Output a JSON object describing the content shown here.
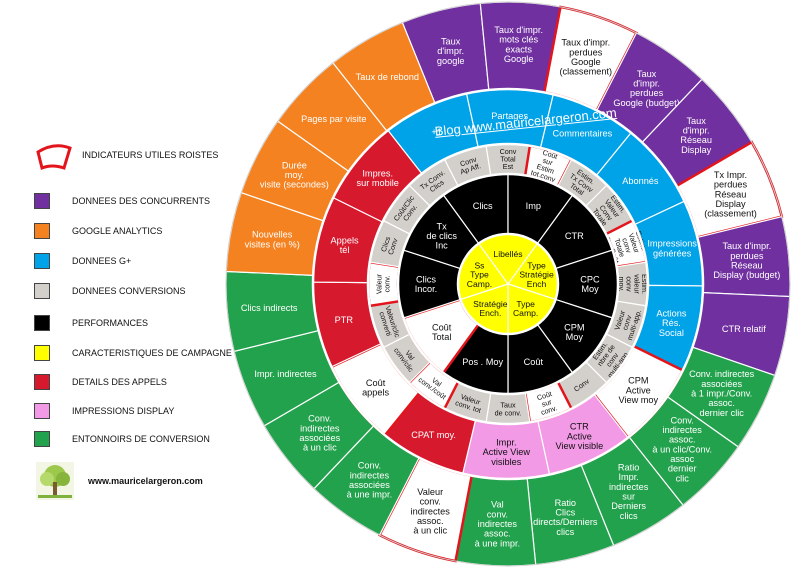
{
  "legend": {
    "highlight_label": "INDICATEURS UTILES ROISTES",
    "items": [
      {
        "label": "DONNEES DES CONCURRENTS",
        "color": "#7030a0"
      },
      {
        "label": "GOOGLE ANALYTICS",
        "color": "#f58220"
      },
      {
        "label": "DONNEES G+",
        "color": "#00a2e8"
      },
      {
        "label": "DONNEES CONVERSIONS",
        "color": "#d3d0cb"
      },
      {
        "label": "PERFORMANCES",
        "color": "#000000"
      },
      {
        "label": "CARACTERISTIQUES DE CAMPAGNE",
        "color": "#ffff00"
      },
      {
        "label": "DETAILS DES APPELS",
        "color": "#d7192e"
      },
      {
        "label": "IMPRESSIONS DISPLAY",
        "color": "#f39ae6"
      },
      {
        "label": "ENTONNOIRS DE CONVERSION",
        "color": "#23a24d"
      }
    ]
  },
  "site": "www.mauricelargeron.com",
  "blog": "Blog www.mauricelargeron.com",
  "wheel": {
    "colors": {
      "competitors": "#7030a0",
      "analytics": "#f58220",
      "gplus": "#00a2e8",
      "conversions": "#d3d0cb",
      "performance": "#000000",
      "campaign": "#ffff00",
      "calls": "#d7192e",
      "display": "#f39ae6",
      "funnels": "#23a24d",
      "highlight": "#ffffff",
      "highlight_border": "#e3141b"
    },
    "outer": [
      {
        "label": "Taux\nd'impr.\ngoogle",
        "group": "competitors"
      },
      {
        "label": "Taux d'impr.\nmots clés\nexacts\nGoogle",
        "group": "competitors"
      },
      {
        "label": "Taux d'impr.\nperdues\nGoogle\n(classement)",
        "group": "competitors",
        "highlight": true
      },
      {
        "label": "Taux\nd'impr.\nperdues\nGoogle (budget)",
        "group": "competitors"
      },
      {
        "label": "Taux\nd'impr.\nRéseau\nDisplay",
        "group": "competitors"
      },
      {
        "label": "Tx Impr.\nperdues\nRéseau\nDisplay\n(classement)",
        "group": "competitors",
        "highlight": true
      },
      {
        "label": "Taux d'impr.\nperdues\nRéseau\nDisplay (budget)",
        "group": "competitors"
      },
      {
        "label": "CTR relatif",
        "group": "competitors"
      },
      {
        "label": "Conv. indirectes\nassociées\nà 1 impr./Conv.\nassoc.\ndernier clic",
        "group": "funnels"
      },
      {
        "label": "Conv.\nindirectes\nassoc.\nà un clic/Conv.\nassoc\ndernier\nclic",
        "group": "funnels"
      },
      {
        "label": "Ratio\nImpr.\nindirectes\nsur\nDerniers\nclics",
        "group": "funnels"
      },
      {
        "label": "Ratio\nClics\ndirects/Derniers\nclics",
        "group": "funnels"
      },
      {
        "label": "Val\nconv.\nindirectes\nassoc.\nà une impr.",
        "group": "funnels"
      },
      {
        "label": "Valeur\nconv.\nindirectes\nassoc.\nà un clic",
        "group": "funnels",
        "highlight": true
      },
      {
        "label": "Conv.\nindirectes\nassociées\nà une impr.",
        "group": "funnels"
      },
      {
        "label": "Conv.\nindirectes\nassociées\nà un clic",
        "group": "funnels"
      },
      {
        "label": "Impr. indirectes",
        "group": "funnels"
      },
      {
        "label": "Clics indirects",
        "group": "funnels"
      },
      {
        "label": "Nouvelles\nvisites (en %)",
        "group": "analytics"
      },
      {
        "label": "Durée\nmoy.\nvisite (secondes)",
        "group": "analytics"
      },
      {
        "label": "Pages par visite",
        "group": "analytics"
      },
      {
        "label": "Taux de rebond",
        "group": "analytics"
      }
    ],
    "middle": [
      {
        "label": "+1",
        "group": "gplus"
      },
      {
        "label": "Partages",
        "group": "gplus"
      },
      {
        "label": "Commentaires",
        "group": "gplus"
      },
      {
        "label": "Abonnés",
        "group": "gplus"
      },
      {
        "label": "Impressions\ngénérées",
        "group": "gplus"
      },
      {
        "label": "Actions\nRés.\nSocial",
        "group": "gplus"
      },
      {
        "label": "CPM\nActive\nView moy",
        "group": "display",
        "highlight": true
      },
      {
        "label": "CTR\nActive\nView visible",
        "group": "display"
      },
      {
        "label": "Impr.\nActive View\nvisibles",
        "group": "display"
      },
      {
        "label": "CPAT moy.",
        "group": "calls"
      },
      {
        "label": "Coût\nappels",
        "group": "calls",
        "highlight": true
      },
      {
        "label": "PTR",
        "group": "calls"
      },
      {
        "label": "Appels\ntél",
        "group": "calls"
      },
      {
        "label": "Impres.\nsur mobile",
        "group": "calls"
      }
    ],
    "conv": [
      {
        "label": "Conv\nAp Aff."
      },
      {
        "label": "Conv\nTotal\nEst"
      },
      {
        "label": "Coût\nsur\nEstim\ntot.conv",
        "highlight": true
      },
      {
        "label": "Estim.\nTx Conv\nTotal"
      },
      {
        "label": "Estim.\nValeur\nConv\nTotale"
      },
      {
        "label": "Estim.\nValeur\nconv\nTotale\nsur Coût",
        "highlight": true
      },
      {
        "label": "Estim.\nvaleur\nconv\nmoy."
      },
      {
        "label": "Valeur\nconv\nmulti-app."
      },
      {
        "label": "Estim.\nnbre de\nconv\nmulti-app."
      },
      {
        "label": "Conv"
      },
      {
        "label": "Coût\nsur\nconv.",
        "highlight": true
      },
      {
        "label": "Taux\nde conv."
      },
      {
        "label": "Valeur\nconv. tot"
      },
      {
        "label": "Val\nconv./coût",
        "highlight": true
      },
      {
        "label": "Val\nconv/clic"
      },
      {
        "label": "Valeur/clic\nconverti"
      },
      {
        "label": "Valeur\nconv.",
        "highlight": true
      },
      {
        "label": "Clics\nConv"
      },
      {
        "label": "Coût/Clic\nConv."
      },
      {
        "label": "Tx Conv.\nClics"
      }
    ],
    "performance": [
      {
        "label": "Clics"
      },
      {
        "label": "Imp"
      },
      {
        "label": "CTR"
      },
      {
        "label": "CPC\nMoy"
      },
      {
        "label": "CPM\nMoy"
      },
      {
        "label": "Coût"
      },
      {
        "label": "Pos . Moy"
      },
      {
        "label": "Coût\nTotal",
        "highlight": true
      },
      {
        "label": "Clics\nIncor."
      },
      {
        "label": "Tx\nde clics\nInc"
      }
    ],
    "campaign": [
      {
        "label": "Libellés"
      },
      {
        "label": "Type\nStratégie\nEnch"
      },
      {
        "label": "Type\nCamp."
      },
      {
        "label": "Stratégie\nEnch."
      },
      {
        "label": "Ss\nType\nCamp."
      }
    ]
  }
}
